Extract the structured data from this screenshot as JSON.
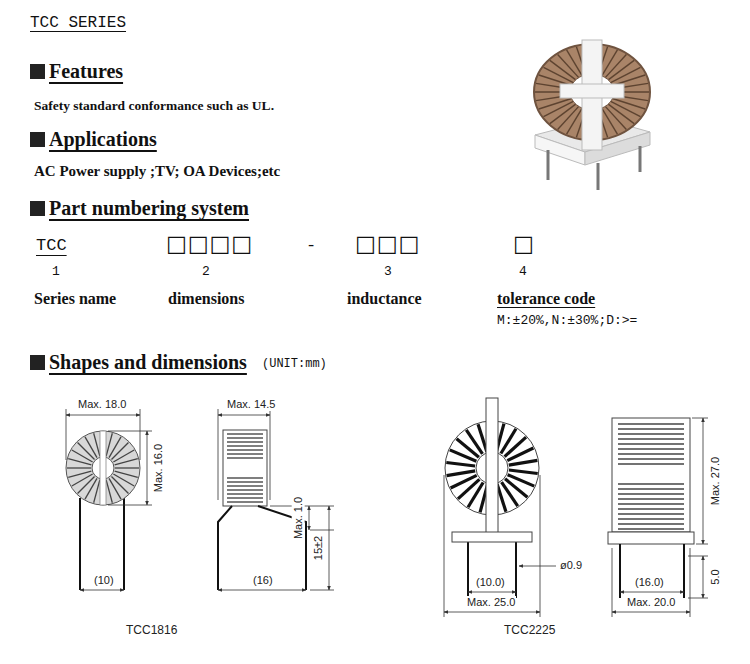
{
  "diagram": {
    "title": "TCC SERIES",
    "labels": [
      "Features",
      "Safety standard conformance such as UL.",
      "Applications",
      "AC Power supply ;TV; OA Devices;etc",
      "Part numbering system",
      "TCC",
      "□□□□",
      "-",
      "□□□",
      "□",
      "1",
      "2",
      "3",
      "4",
      "Series name",
      "dimensions",
      "inductance",
      "tolerance code",
      "M:±20%,N:±30%;D:>=",
      "Shapes and dimensions",
      "(UNIT:mm)",
      "Max. 18.0",
      "Max. 16.0",
      "(10)",
      "Max. 14.5",
      "Max. 1.0",
      "15±2",
      "(16)",
      "TCC1816",
      "ø0.9",
      "(10.0)",
      "Max. 25.0",
      "Max. 27.0",
      "(16.0)",
      "Max. 20.0",
      "5.0",
      "TCC2225"
    ]
  }
}
